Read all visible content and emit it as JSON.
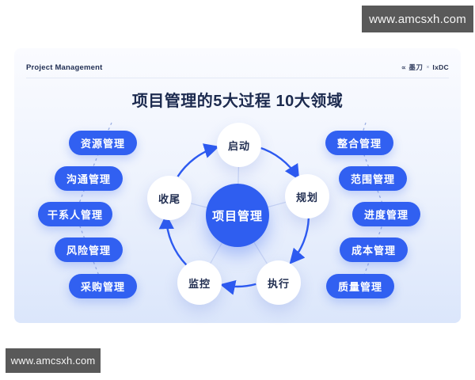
{
  "watermarks": {
    "top": "www.amcsxh.com",
    "bottom": "www.amcsxh.com"
  },
  "header": {
    "title": "Project Management",
    "logo_brand": "∝ 墨刀",
    "logo_separator": "×",
    "logo_partner": "IxDC"
  },
  "main_title": "项目管理的5大过程 10大领域",
  "left_pills": {
    "items": [
      "资源管理",
      "沟通管理",
      "干系人管理",
      "风险管理",
      "采购管理"
    ]
  },
  "right_pills": {
    "items": [
      "整合管理",
      "范围管理",
      "进度管理",
      "成本管理",
      "质量管理"
    ]
  },
  "cycle": {
    "center_label": "项目管理",
    "nodes": {
      "top": "启动",
      "right": "规划",
      "bottom_right": "执行",
      "bottom_left": "监控",
      "left": "收尾"
    }
  },
  "colors": {
    "accent_blue": "#2f5ef0",
    "pill_blue": "#3160f1",
    "navy_text": "#1c2a4e",
    "badge_bg": "#595959",
    "card_gradient_top": "#fafbff",
    "card_gradient_bottom": "#dbe6fb",
    "spoke_line": "#c9d5f3",
    "dashed_line": "#9db0e4"
  }
}
